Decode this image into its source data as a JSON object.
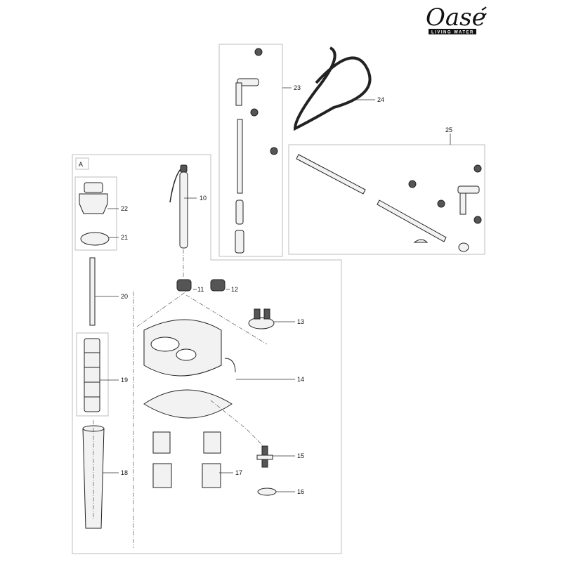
{
  "logo": {
    "brand": "Oase",
    "tagline": "LIVING WATER"
  },
  "group_label": "A",
  "part_labels": {
    "p10": "10",
    "p11": "11",
    "p12": "12",
    "p13": "13",
    "p14": "14",
    "p15": "15",
    "p16": "16",
    "p17": "17",
    "p18": "18",
    "p19": "19",
    "p20": "20",
    "p21": "21",
    "p22": "22",
    "p23": "23",
    "p24": "24",
    "p25": "25"
  }
}
